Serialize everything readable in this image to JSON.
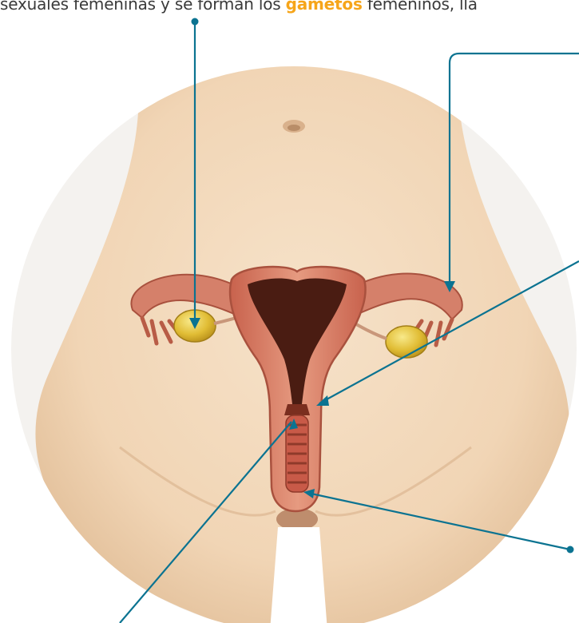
{
  "intro": {
    "before": "sexuales femeninas y se forman los ",
    "highlight": "gametos",
    "after": " femeninos, lla"
  },
  "colors": {
    "text": "#3a3a3a",
    "highlight": "#f6a51a",
    "leader": "#0b7391",
    "skin": "#f3dbbf",
    "uterus_wall": "#d9836c",
    "uterus_cavity": "#4a1c12",
    "ovary": "#e4c13b",
    "circle_bg": "#f4f2ef"
  }
}
